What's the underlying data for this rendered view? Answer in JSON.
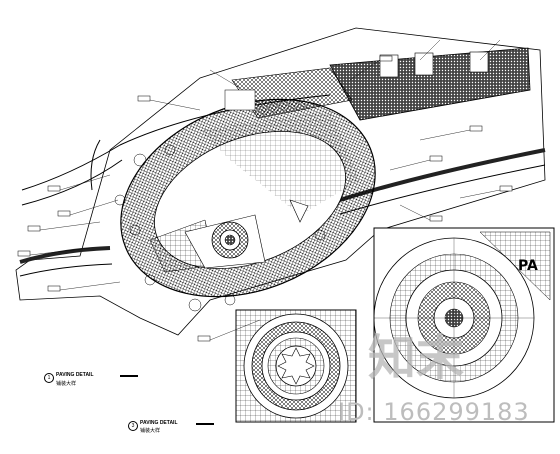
{
  "drawing": {
    "detail_1": {
      "number": "1",
      "title": "PAVING DETAIL",
      "subtitle": "铺装大样"
    },
    "detail_2": {
      "number": "3",
      "title": "PAVING DETAIL",
      "subtitle": "铺装大样"
    },
    "area_label": "PA"
  },
  "watermark": {
    "logo_text": "知末",
    "id_text": "ID: 166299183"
  },
  "colors": {
    "line": "#000000",
    "background": "#ffffff",
    "watermark": "#bdbdbd"
  }
}
